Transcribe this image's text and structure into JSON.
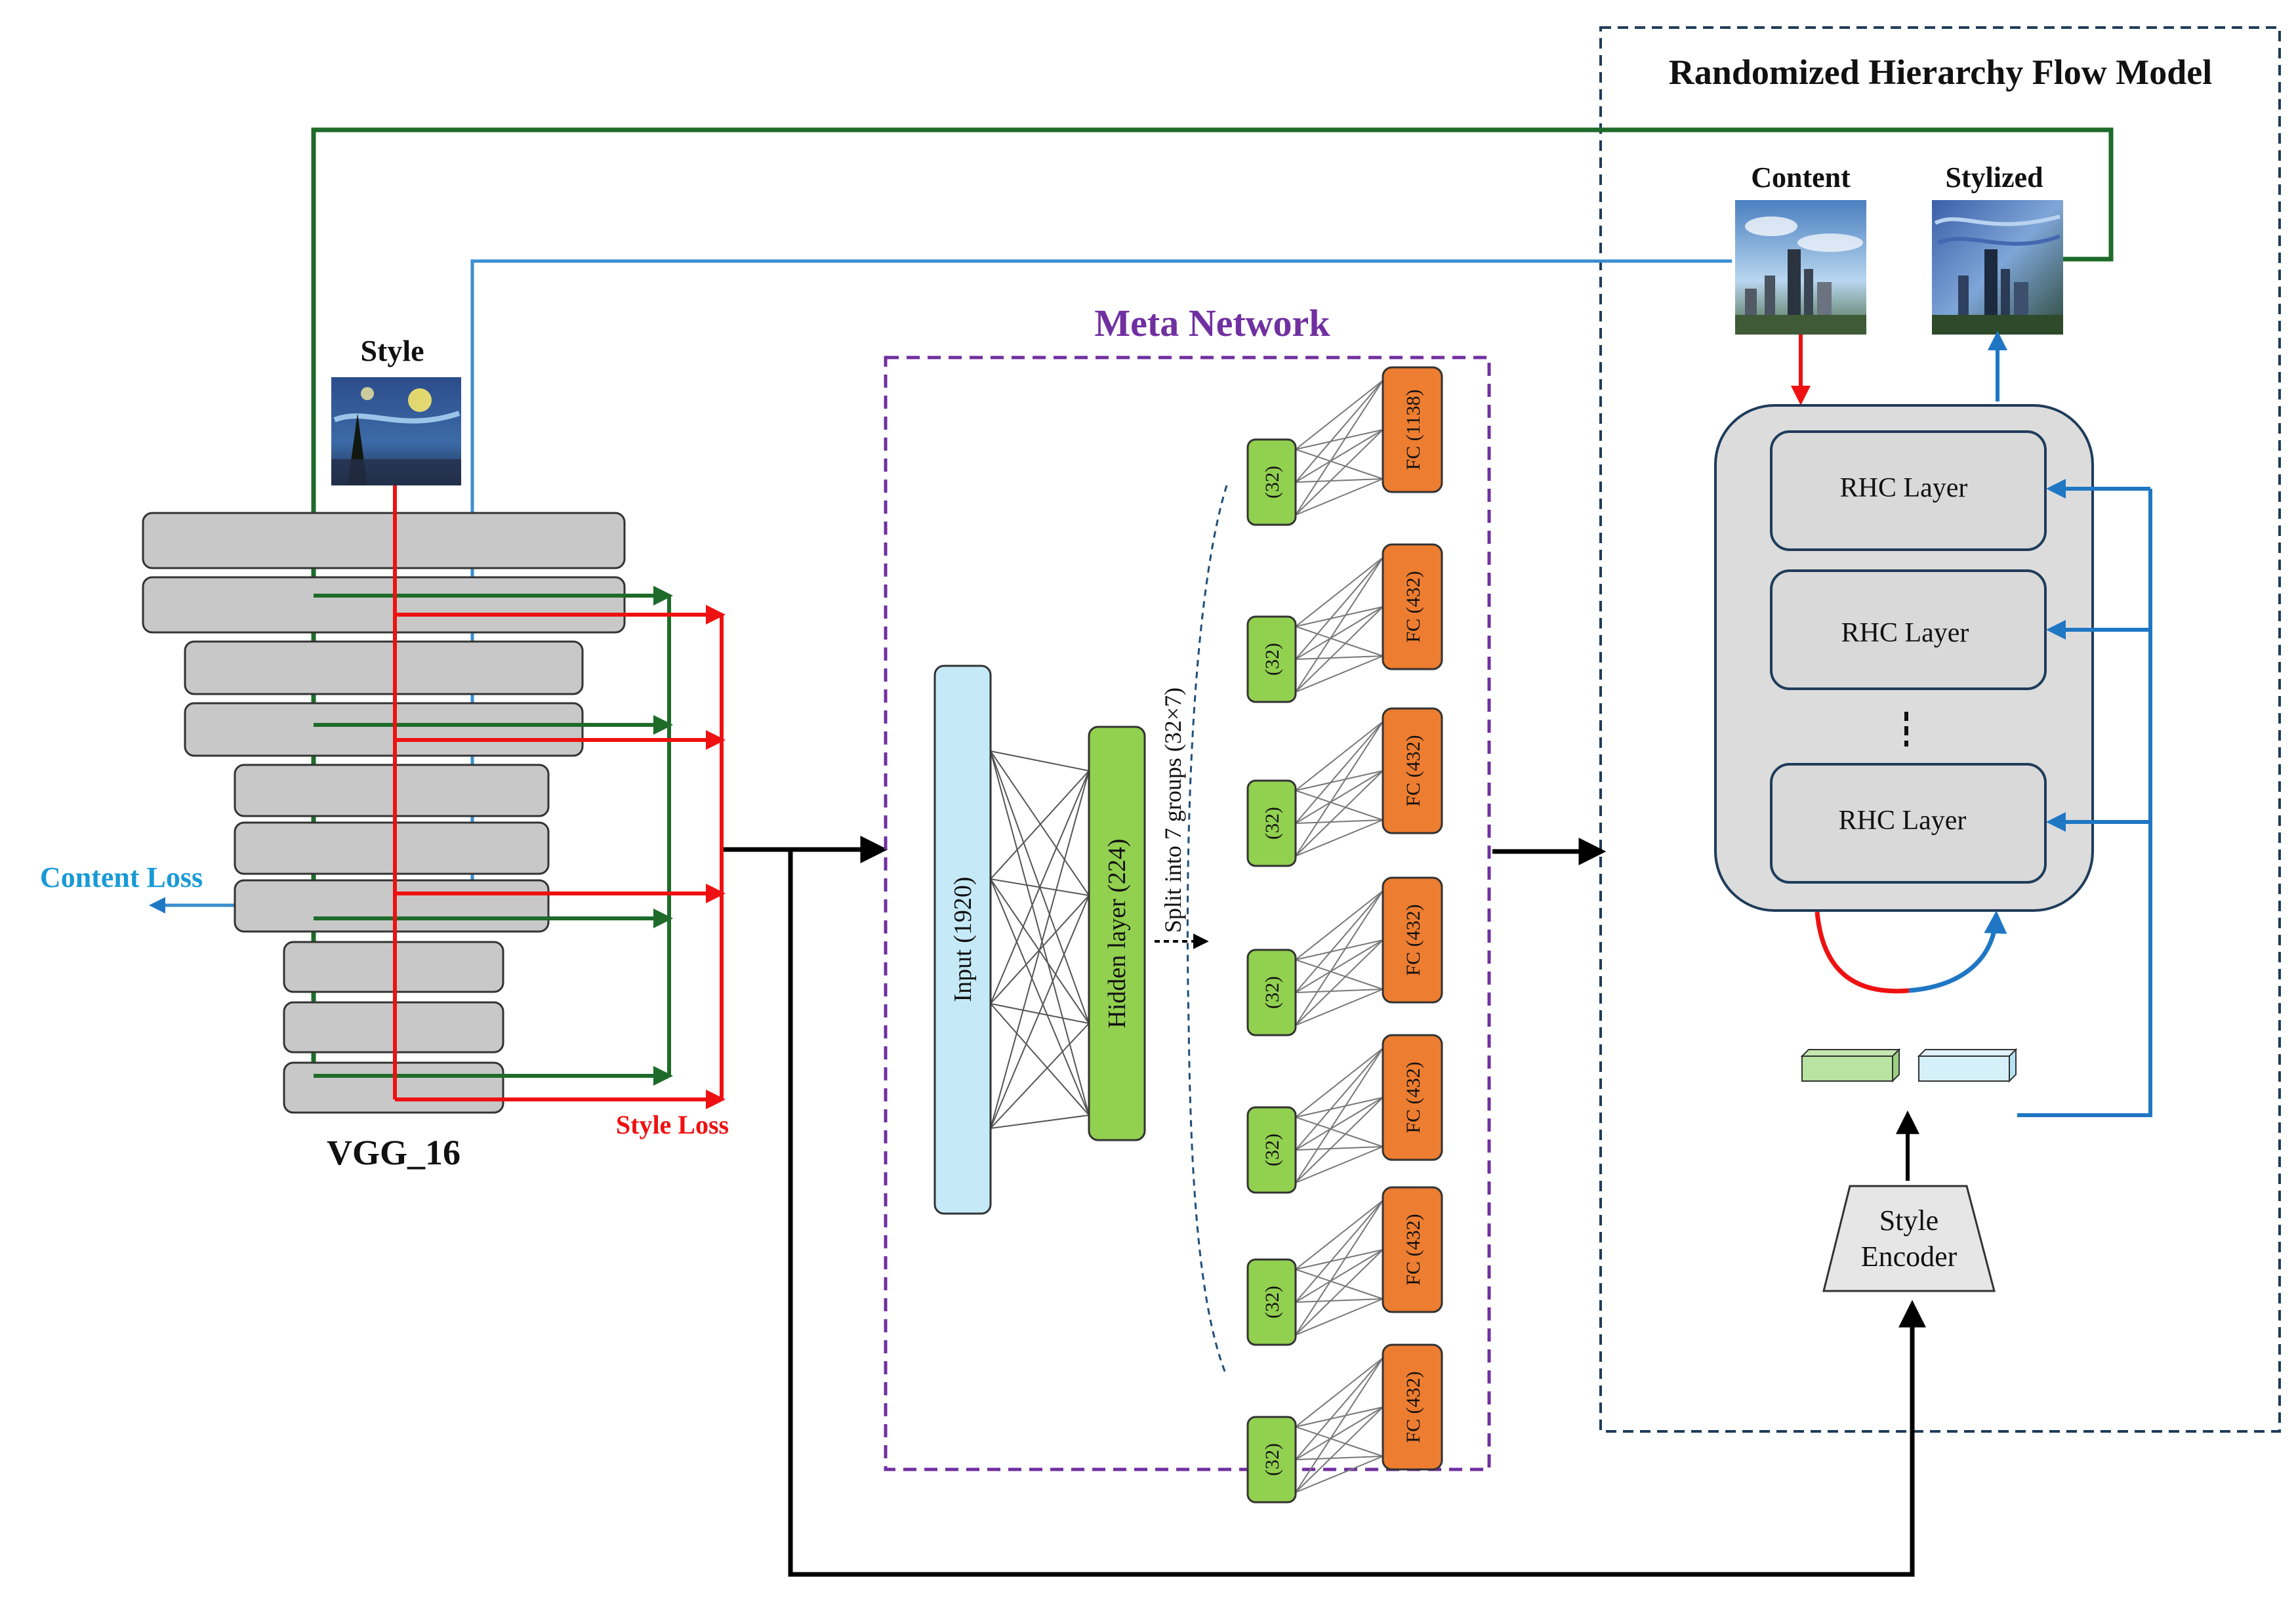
{
  "titles": {
    "rhfm": "Randomized Hierarchy Flow Model",
    "meta_network": "Meta Network",
    "vgg": "VGG_16"
  },
  "labels": {
    "style": "Style",
    "content": "Content",
    "stylized": "Stylized",
    "content_loss": "Content Loss",
    "style_loss": "Style Loss",
    "split": "Split into 7 groups (32×7)",
    "style_encoder_line1": "Style",
    "style_encoder_line2": "Encoder"
  },
  "meta": {
    "input": "Input (1920)",
    "hidden": "Hidden layer (224)",
    "groups": [
      {
        "in": "(32)",
        "fc": "FC (1138)"
      },
      {
        "in": "(32)",
        "fc": "FC (432)"
      },
      {
        "in": "(32)",
        "fc": "FC (432)"
      },
      {
        "in": "(32)",
        "fc": "FC (432)"
      },
      {
        "in": "(32)",
        "fc": "FC (432)"
      },
      {
        "in": "(32)",
        "fc": "FC (432)"
      },
      {
        "in": "(32)",
        "fc": "FC (432)"
      }
    ]
  },
  "rhc_layers": [
    "RHC Layer",
    "RHC Layer",
    "RHC Layer"
  ],
  "colors": {
    "green_line": "#1e6b2a",
    "red_line": "#ee1111",
    "blue_line": "#1f77c4",
    "content_loss_text": "#1a9ad6",
    "meta_title": "#7030a0",
    "meta_border": "#7030a0",
    "rhfm_border": "#1f3c5a",
    "vgg_block": "#c8c8c8",
    "node_green": "#92d050",
    "node_orange": "#ed7d31",
    "input_blue": "#c5e9f7",
    "panel_gray": "#dcdcdc"
  },
  "icons": [
    "arrow-right-icon",
    "style-image-starry-night",
    "content-image-city",
    "stylized-image-city"
  ]
}
